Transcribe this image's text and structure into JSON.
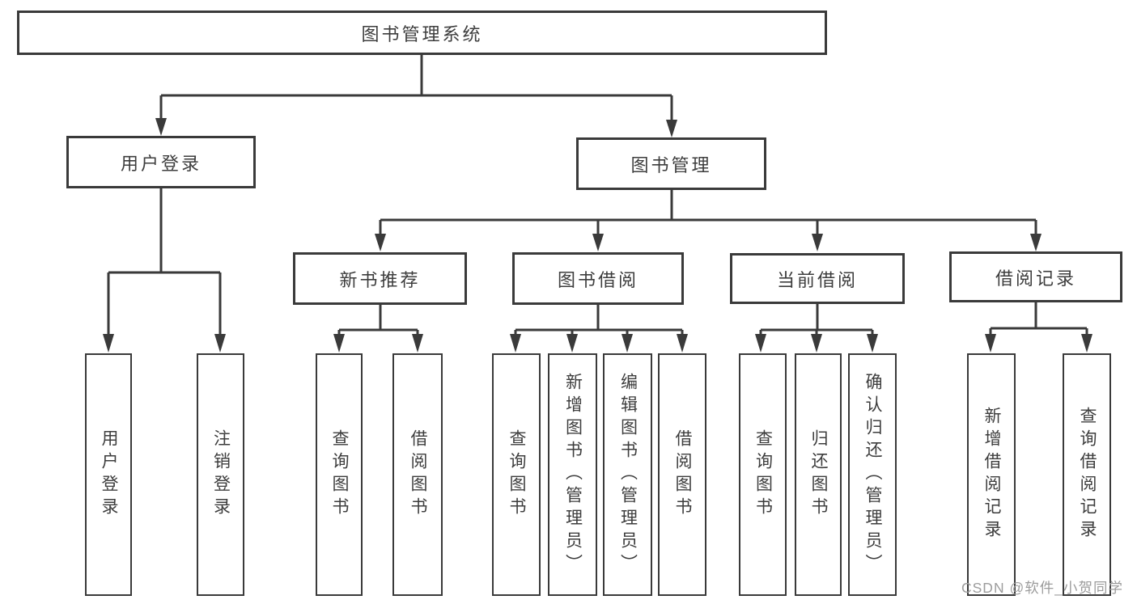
{
  "tree": {
    "root": {
      "label": "图书管理系统"
    },
    "branches": [
      {
        "label": "用户登录",
        "children": [
          "用户登录",
          "注销登录"
        ]
      },
      {
        "label": "图书管理",
        "sections": [
          {
            "label": "新书推荐",
            "children": [
              "查询图书",
              "借阅图书"
            ]
          },
          {
            "label": "图书借阅",
            "children": [
              "查询图书",
              "新增图书（管理员）",
              "编辑图书（管理员）",
              "借阅图书"
            ]
          },
          {
            "label": "当前借阅",
            "children": [
              "查询图书",
              "归还图书",
              "确认归还（管理员）"
            ]
          },
          {
            "label": "借阅记录",
            "children": [
              "新增借阅记录",
              "查询借阅记录"
            ]
          }
        ]
      }
    ]
  },
  "watermark": "CSDN @软件_小贺同学",
  "colors": {
    "line": "#3a3a3a",
    "text": "#3d3d3d",
    "watermark": "#9c9c9c",
    "background": "#ffffff"
  }
}
